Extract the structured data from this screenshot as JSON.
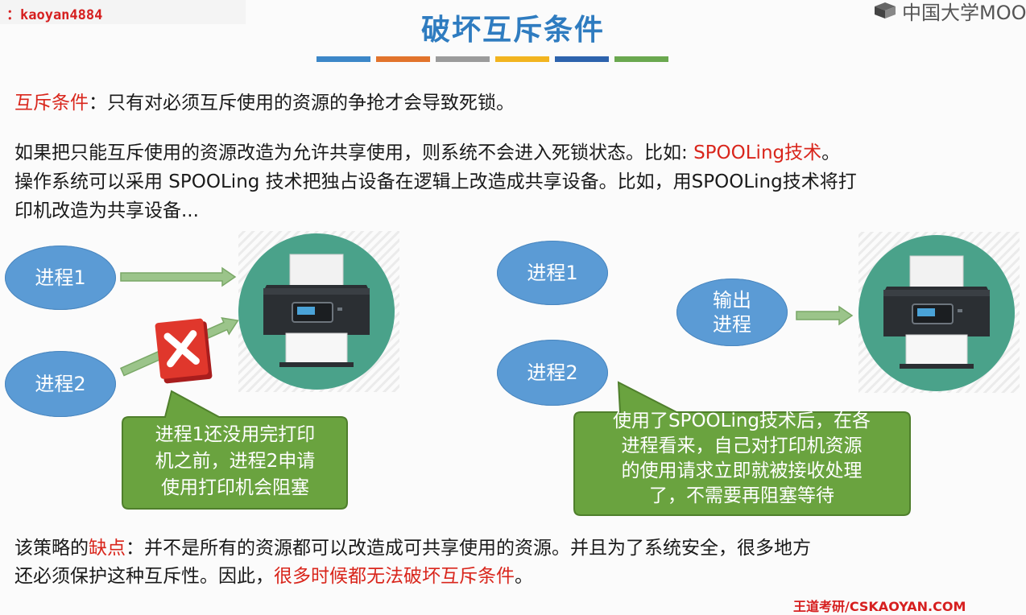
{
  "watermark": "：kaoyan4884",
  "logo_text": "中国大学MOOC",
  "title": "破坏互斥条件",
  "color_bars": [
    "#3c87c8",
    "#e2742c",
    "#9b9b9b",
    "#f2b41f",
    "#2d63ad",
    "#6aa84f"
  ],
  "line1": {
    "label": "互斥条件",
    "colon": "：",
    "text": "只有对必须互斥使用的资源的争抢才会导致死锁。"
  },
  "para": {
    "line1_text": "如果把只能互斥使用的资源改造为允许共享使用，则系统不会进入死锁状态。比如: ",
    "line1_red": "SPOOLing技术",
    "line1_end": "。",
    "line2": "操作系统可以采用 SPOOLing 技术把独占设备在逻辑上改造成共享设备。比如，用SPOOLing技术将打",
    "line3": "印机改造为共享设备..."
  },
  "left_diagram": {
    "process1": "进程1",
    "process2": "进程2",
    "callout": [
      "进程1还没用完打印",
      "机之前，进程2申请",
      "使用打印机会阻塞"
    ]
  },
  "right_diagram": {
    "process1": "进程1",
    "process2": "进程2",
    "output_process": [
      "输出",
      "进程"
    ],
    "callout": [
      "使用了SPOOLing技术后，在各",
      "进程看来，自己对打印机资源",
      "的使用请求立即就被接收处理",
      "了，不需要再阻塞等待"
    ]
  },
  "bottom": {
    "l1_a": "该策略的",
    "l1_red": "缺点",
    "l1_b": "：并不是所有的资源都可以改造成可共享使用的资源。并且为了系统安全，很多地方",
    "l2_a": "还必须保护这种互斥性。因此，",
    "l2_red": "很多时候都无法破坏互斥条件",
    "l2_end": "。"
  },
  "corner": "王道考研/CSKAOYAN.COM"
}
